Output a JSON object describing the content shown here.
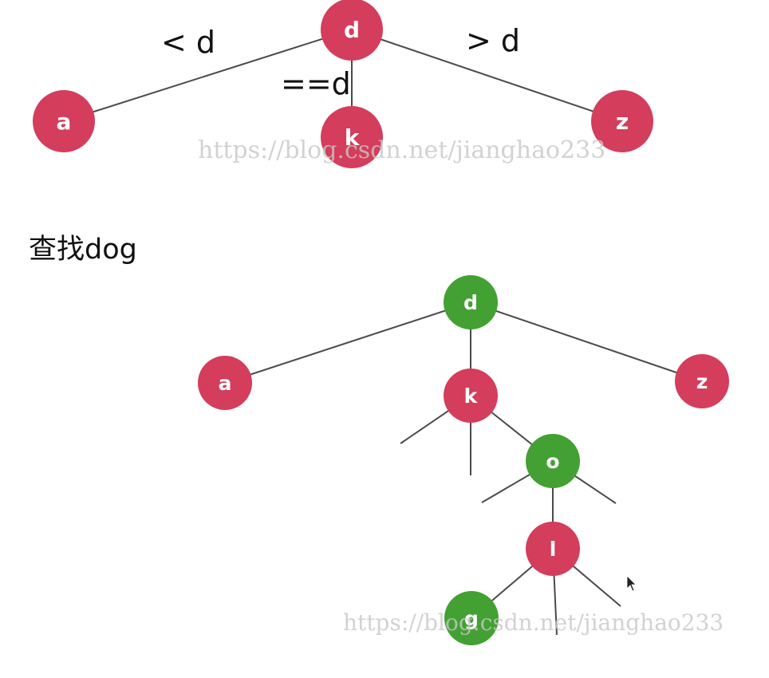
{
  "colors": {
    "red": "#d43d5b",
    "green": "#43a033",
    "edge": "#4a4a4a",
    "watermark": "#c8c8c8"
  },
  "diagram1": {
    "nodes": {
      "root": "d",
      "left": "a",
      "middle": "k",
      "right": "z"
    },
    "edge_labels": {
      "less": "< d",
      "equal": "==d",
      "greater": "> d"
    }
  },
  "section_title": "查找dog",
  "diagram2": {
    "nodes": {
      "d": {
        "label": "d",
        "color": "green"
      },
      "a": {
        "label": "a",
        "color": "red"
      },
      "z": {
        "label": "z",
        "color": "red"
      },
      "k": {
        "label": "k",
        "color": "red"
      },
      "o": {
        "label": "o",
        "color": "green"
      },
      "l": {
        "label": "l",
        "color": "red"
      },
      "g": {
        "label": "g",
        "color": "green"
      }
    }
  },
  "watermarks": [
    "https://blog.csdn.net/jianghao233",
    "https://blog.csdn.net/jianghao233"
  ],
  "cursor": "mouse-pointer-icon"
}
